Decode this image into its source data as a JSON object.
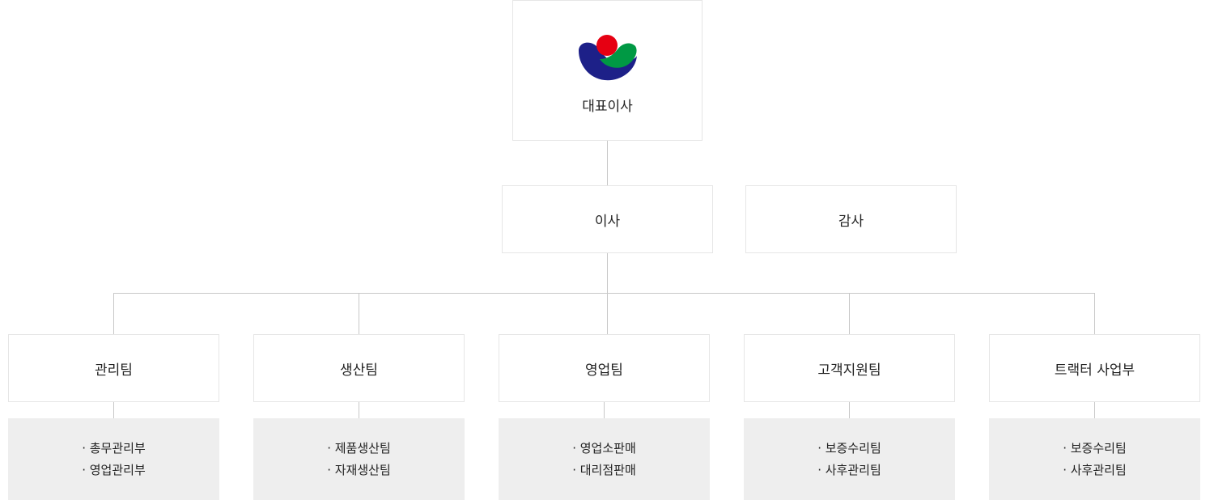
{
  "ceo": {
    "label": "대표이사",
    "logo": "company-logo"
  },
  "director": {
    "label": "이사"
  },
  "auditor": {
    "label": "감사"
  },
  "teams": [
    {
      "label": "관리팀",
      "units": [
        "· 총무관리부",
        "· 영업관리부"
      ]
    },
    {
      "label": "생산팀",
      "units": [
        "· 제품생산팀",
        "· 자재생산팀"
      ]
    },
    {
      "label": "영업팀",
      "units": [
        "· 영업소판매",
        "· 대리점판매"
      ]
    },
    {
      "label": "고객지원팀",
      "units": [
        "· 보증수리팀",
        "· 사후관리팀"
      ]
    },
    {
      "label": "트랙터 사업부",
      "units": [
        "· 보증수리팀",
        "· 사후관리팀"
      ]
    }
  ],
  "colors": {
    "logo_red": "#e60012",
    "logo_green": "#009944",
    "logo_blue": "#1d2088",
    "sub_bg": "#eeeeee"
  }
}
